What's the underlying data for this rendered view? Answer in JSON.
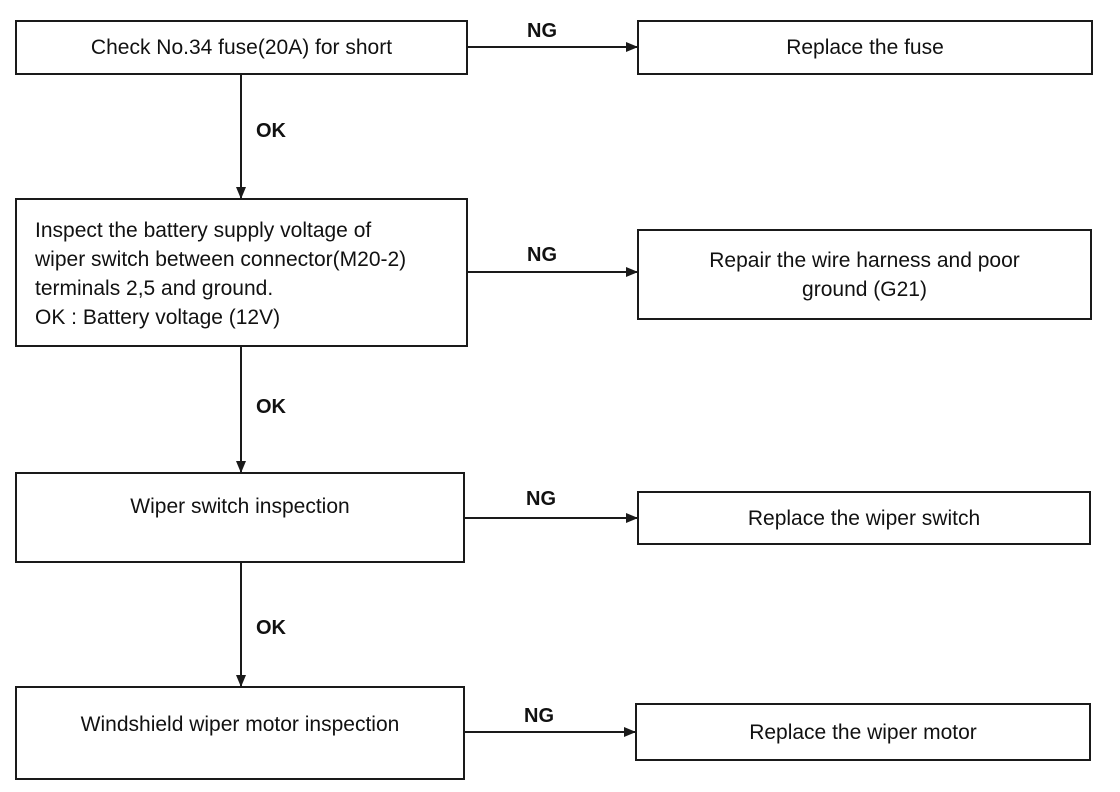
{
  "steps": [
    {
      "text": "Check No.34 fuse(20A) for short",
      "ng_label": "NG",
      "ng_action": {
        "lines": [
          "Replace the fuse"
        ]
      },
      "ok_label": "OK"
    },
    {
      "lines": [
        "Inspect the battery supply voltage of",
        "wiper switch between connector(M20-2)",
        "terminals 2,5 and ground.",
        "OK : Battery voltage (12V)"
      ],
      "ng_label": "NG",
      "ng_action": {
        "lines": [
          "Repair the wire harness and poor",
          "ground (G21)"
        ]
      },
      "ok_label": "OK"
    },
    {
      "text": "Wiper switch inspection",
      "ng_label": "NG",
      "ng_action": {
        "lines": [
          "Replace the wiper switch"
        ]
      },
      "ok_label": "OK"
    },
    {
      "text": "Windshield wiper motor inspection",
      "ng_label": "NG",
      "ng_action": {
        "lines": [
          "Replace the wiper motor"
        ]
      }
    }
  ]
}
